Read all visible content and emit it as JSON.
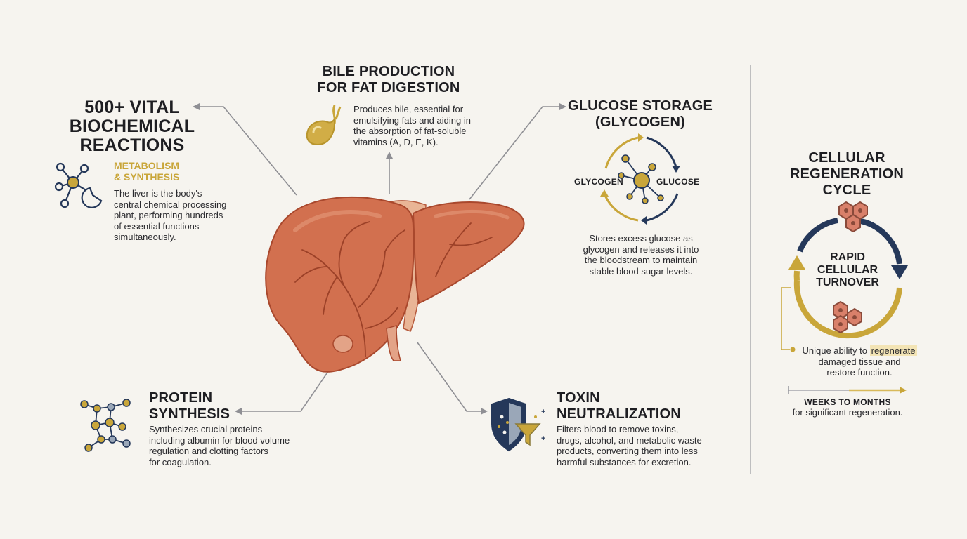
{
  "reactions": {
    "title_lines": [
      "500+ VITAL",
      "BIOCHEMICAL",
      "REACTIONS"
    ],
    "subtitle_lines": [
      "METABOLISM",
      "& SYNTHESIS"
    ],
    "text_lines": [
      "The liver is the body's",
      "central chemical processing",
      "plant, performing hundreds",
      "of essential functions",
      "simultaneously."
    ]
  },
  "bile": {
    "title_lines": [
      "BILE PRODUCTION",
      "FOR FAT DIGESTION"
    ],
    "text_lines": [
      "Produces bile, essential for",
      "emulsifying fats and aiding in",
      "the absorption of fat-soluble",
      "vitamins (A, D, E, K)."
    ]
  },
  "glucose": {
    "title_lines": [
      "GLUCOSE STORAGE",
      "(GLYCOGEN)"
    ],
    "left_label": "GLYCOGEN",
    "right_label": "GLUCOSE",
    "text_lines": [
      "Stores excess glucose as",
      "glycogen and releases it into",
      "the bloodstream to maintain",
      "stable blood sugar levels."
    ]
  },
  "protein": {
    "title_lines": [
      "PROTEIN",
      "SYNTHESIS"
    ],
    "text_lines": [
      "Synthesizes crucial proteins",
      "including albumin for blood volume",
      "regulation and clotting factors",
      "for coagulation."
    ]
  },
  "toxin": {
    "title_lines": [
      "TOXIN",
      "NEUTRALIZATION"
    ],
    "text_lines": [
      "Filters blood to remove toxins,",
      "drugs, alcohol, and metabolic waste",
      "products, converting them into less",
      "harmful substances for excretion."
    ]
  },
  "regeneration": {
    "title_lines": [
      "CELLULAR",
      "REGENERATION",
      "CYCLE"
    ],
    "center_lines": [
      "RAPID",
      "CELLULAR",
      "TURNOVER"
    ],
    "note_prefix": "Unique ability to ",
    "note_highlight": "regenerate",
    "note_lines": [
      "damaged tissue and",
      "restore function."
    ],
    "timeline_label": "WEEKS TO MONTHS",
    "timeline_sub": "for significant regeneration."
  },
  "colors": {
    "liver": "#d2704f",
    "gold": "#c9a63a",
    "navy": "#25385a",
    "background": "#f6f4ef"
  },
  "icons": {
    "reactions": "molecule-network-icon",
    "bile": "gallbladder-icon",
    "glucose": "glycogen-cycle-icon",
    "protein": "protein-lattice-icon",
    "toxin": "shield-filter-icon",
    "regeneration": "cell-cluster-icon"
  }
}
